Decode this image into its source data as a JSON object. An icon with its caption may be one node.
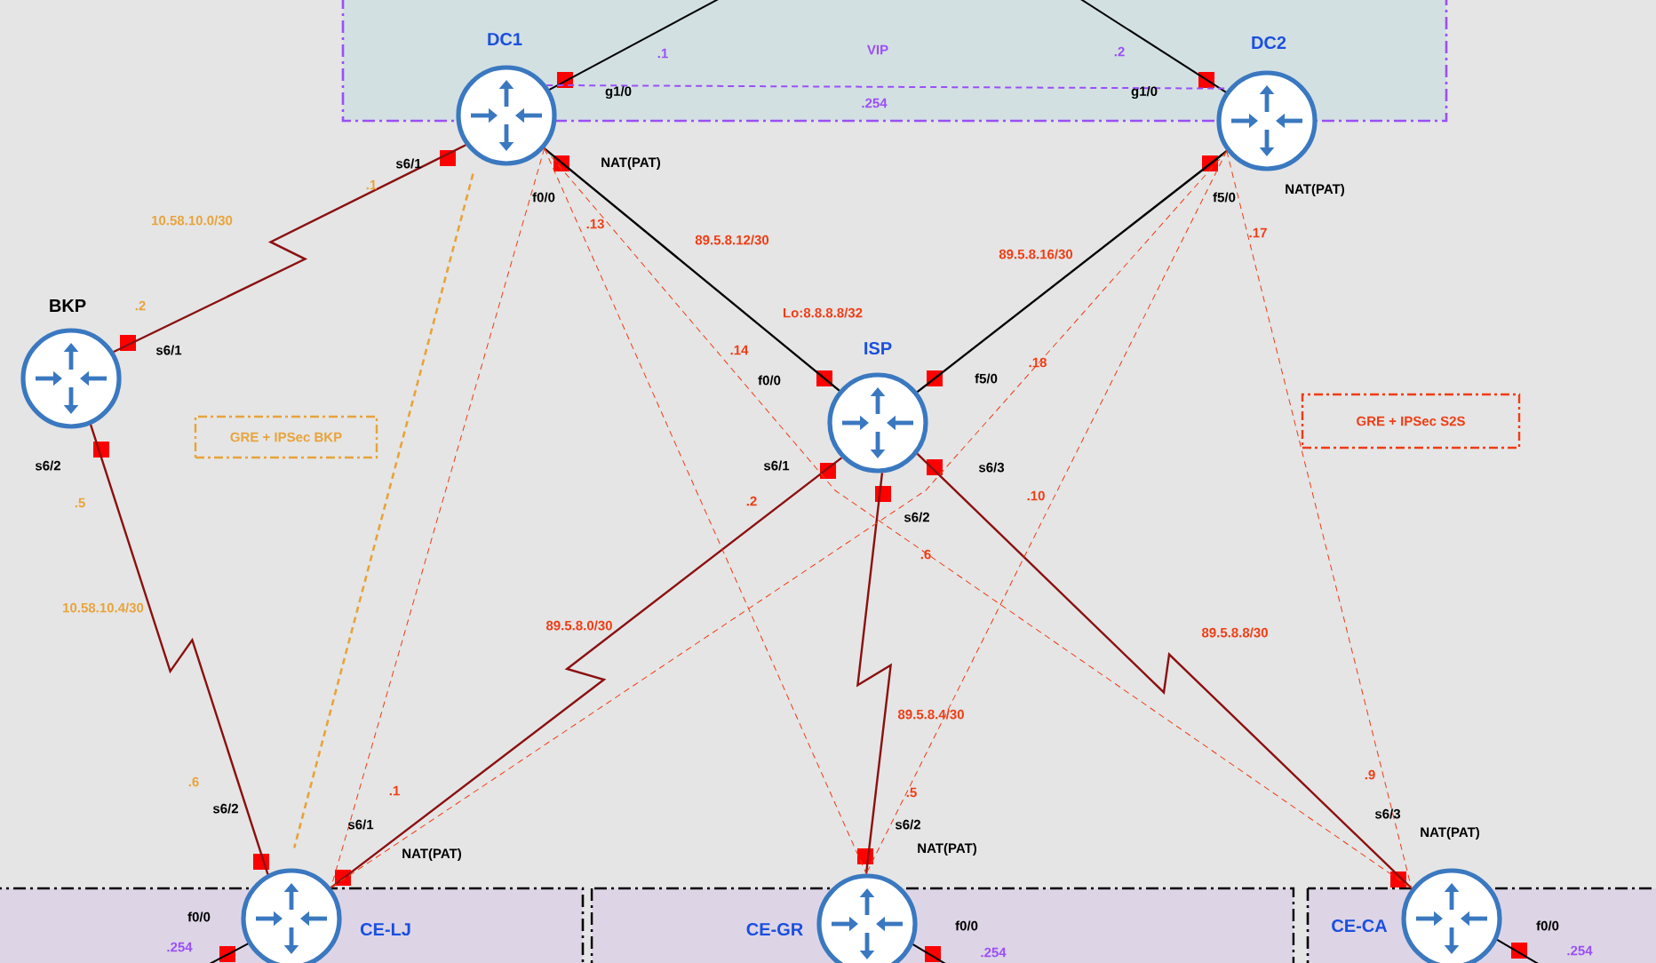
{
  "diagram": {
    "nodes": [
      {
        "text": [
          "DC1"
        ]
      },
      {
        "text": [
          "DC2"
        ]
      },
      {
        "text": [
          "BKP"
        ]
      },
      {
        "text": [
          "ISP"
        ]
      },
      {
        "text": [
          "GRE + IPSec BKP"
        ]
      },
      {
        "text": [
          "GRE + IPSec S2S"
        ]
      },
      {
        "text": [
          "CE-LJ"
        ]
      },
      {
        "text": [
          "CE-GR"
        ]
      },
      {
        "text": [
          "CE-CA"
        ]
      }
    ],
    "edges": [
      {
        "from": 0,
        "to": null,
        "arrow": "none"
      },
      {
        "from": 1,
        "to": null,
        "arrow": "none"
      },
      {
        "from": 0,
        "to": 1,
        "arrow": "none",
        "label": "VIP",
        "style": "dashed",
        "color": "#9b4ff5"
      },
      {
        "from": 0,
        "to": 2,
        "arrow": "none",
        "label": "10.58.10.0/30",
        "color": "#8b1010"
      },
      {
        "from": 0,
        "to": 3,
        "arrow": "none",
        "label": "89.5.8.12/30"
      },
      {
        "from": 1,
        "to": 3,
        "arrow": "none",
        "label": "89.5.8.16/30"
      },
      {
        "from": 2,
        "to": 6,
        "arrow": "none",
        "label": "10.58.10.4/30",
        "color": "#8b1010"
      },
      {
        "from": 3,
        "to": 6,
        "arrow": "none",
        "label": "89.5.8.0/30",
        "color": "#8b1010"
      },
      {
        "from": 3,
        "to": 7,
        "arrow": "none",
        "label": "89.5.8.4/30",
        "color": "#8b1010"
      },
      {
        "from": 3,
        "to": 8,
        "arrow": "none",
        "label": "89.5.8.8/30",
        "color": "#8b1010"
      },
      {
        "from": 0,
        "to": 6,
        "arrow": "none",
        "style": "dashed",
        "color": "#e8a33a"
      },
      {
        "from": 0,
        "to": 6,
        "arrow": "none",
        "style": "dashed",
        "color": "#f03c14"
      },
      {
        "from": 0,
        "to": 7,
        "arrow": "none",
        "style": "dashed",
        "color": "#f03c14"
      },
      {
        "from": 0,
        "to": 8,
        "arrow": "none",
        "style": "dashed",
        "color": "#f03c14"
      },
      {
        "from": 1,
        "to": 6,
        "arrow": "none",
        "style": "dashed",
        "color": "#f03c14"
      },
      {
        "from": 1,
        "to": 7,
        "arrow": "none",
        "style": "dashed",
        "color": "#f03c14"
      },
      {
        "from": 1,
        "to": 8,
        "arrow": "none",
        "style": "dashed",
        "color": "#f03c14"
      },
      {
        "from": 6,
        "to": null,
        "arrow": "none"
      },
      {
        "from": 7,
        "to": null,
        "arrow": "none"
      },
      {
        "from": 8,
        "to": null,
        "arrow": "none"
      }
    ],
    "labels": [
      ".1",
      ".2",
      "g1/0",
      "g1/0",
      ".254",
      "s6/1",
      "NAT(PAT)",
      "f0/0",
      ".13",
      ".1",
      "NAT(PAT)",
      "f5/0",
      ".17",
      ".2",
      "Lo:8.8.8.8/32",
      "s6/1",
      ".14",
      "f0/0",
      "f5/0",
      ".18",
      "s6/2",
      "s6/1",
      "s6/3",
      ".5",
      ".2",
      ".10",
      "s6/2",
      ".6",
      ".6",
      ".1",
      ".5",
      ".9",
      "s6/2",
      "s6/3",
      "s6/1",
      "s6/2",
      "NAT(PAT)",
      "NAT(PAT)",
      "NAT(PAT)",
      "f0/0",
      "f0/0",
      "f0/0",
      ".254",
      ".254",
      ".254"
    ]
  }
}
